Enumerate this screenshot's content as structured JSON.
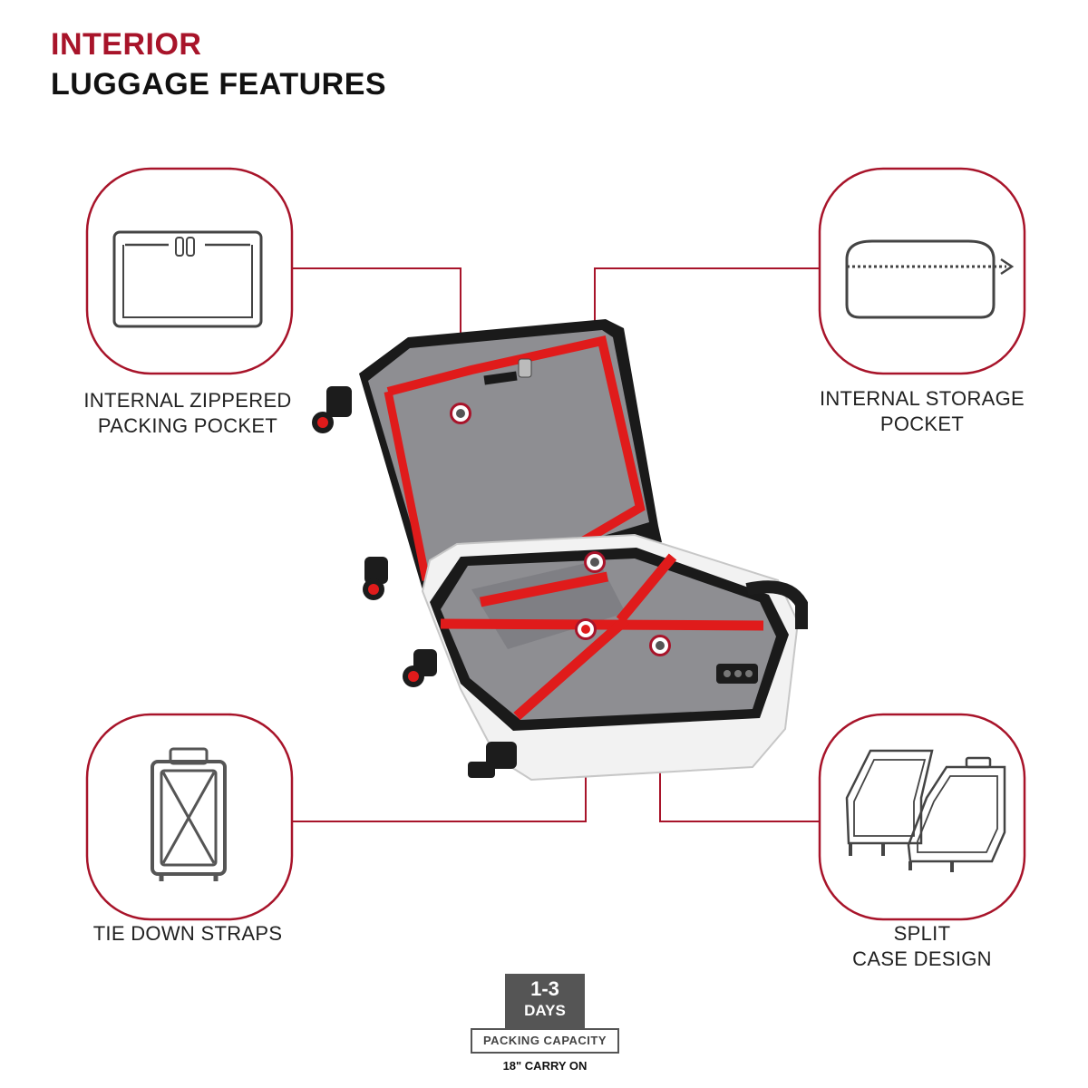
{
  "header": {
    "title_line1": "INTERIOR",
    "title_line2": "LUGGAGE FEATURES"
  },
  "colors": {
    "accent": "#a8142a",
    "strap_red": "#e01b1b",
    "lining_gray": "#8e8e92",
    "icon_gray": "#555555"
  },
  "features": [
    {
      "icon": "zippered-pocket-icon",
      "lines": [
        "INTERNAL ZIPPERED",
        "PACKING POCKET"
      ]
    },
    {
      "icon": "storage-pocket-icon",
      "lines": [
        "INTERNAL STORAGE",
        "POCKET"
      ]
    },
    {
      "icon": "tie-down-straps-icon",
      "lines": [
        "TIE DOWN STRAPS"
      ]
    },
    {
      "icon": "split-case-icon",
      "lines": [
        "SPLIT",
        "CASE DESIGN"
      ]
    }
  ],
  "badge": {
    "days_number": "1-3",
    "days_unit": "DAYS",
    "capacity_label": "PACKING CAPACITY",
    "size_label": "18\" CARRY ON"
  }
}
